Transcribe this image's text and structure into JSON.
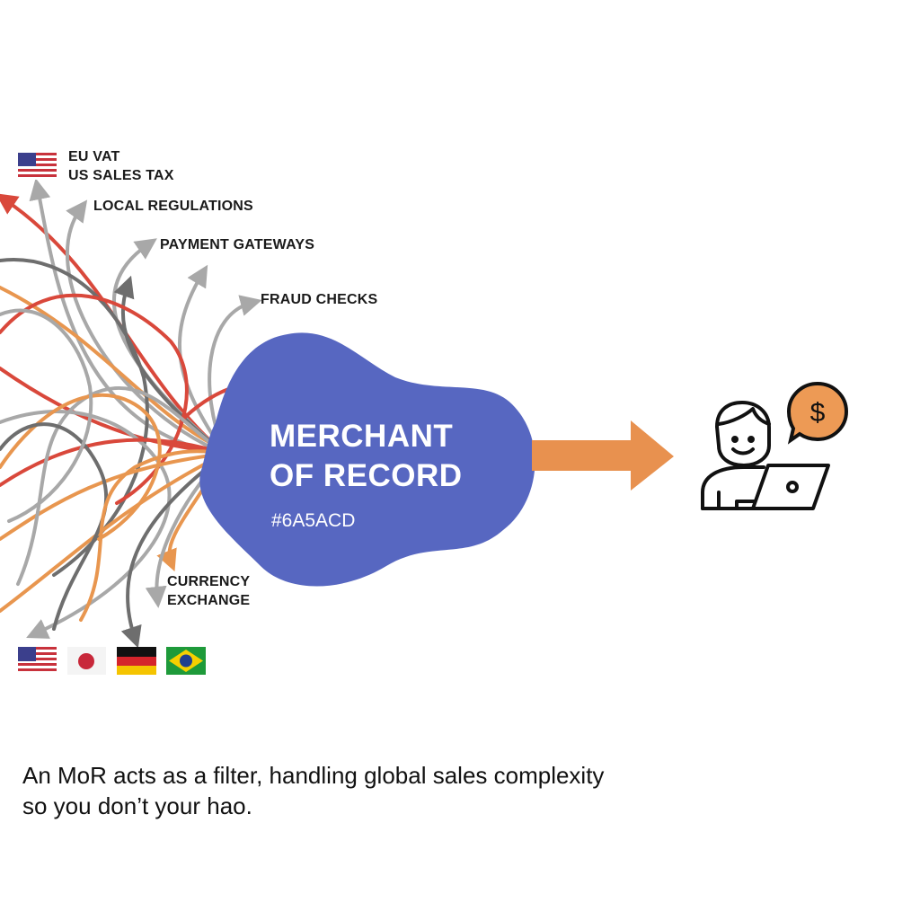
{
  "labels": {
    "tax_line1": "EU VAT",
    "tax_line2": "US SALES TAX",
    "local_regulations": "LOCAL REGULATIONS",
    "payment_gateways": "PAYMENT GATEWAYS",
    "fraud_checks": "FRAUD CHECKS",
    "currency_line1": "CURRENCY",
    "currency_line2": "EXCHANGE"
  },
  "merchant": {
    "title_line1": "MERCHANT",
    "title_line2": "OF RECORD",
    "hex": "#6A5ACD"
  },
  "icons": {
    "flags": [
      "us-flag-icon",
      "japan-flag-icon",
      "germany-flag-icon",
      "brazil-flag-icon"
    ],
    "seller": "person-laptop-icon",
    "money": "dollar-speech-bubble-icon"
  },
  "colors": {
    "blob": "#5767C1",
    "arrow": "#E8914F",
    "red": "#D9483B",
    "grey": "#A8A8A8",
    "dark_grey": "#6E6E6E",
    "orange": "#E8964F"
  },
  "caption": {
    "line1": "An MoR acts as a filter, handling global sales complexity",
    "line2": "so you don’t your hao."
  }
}
